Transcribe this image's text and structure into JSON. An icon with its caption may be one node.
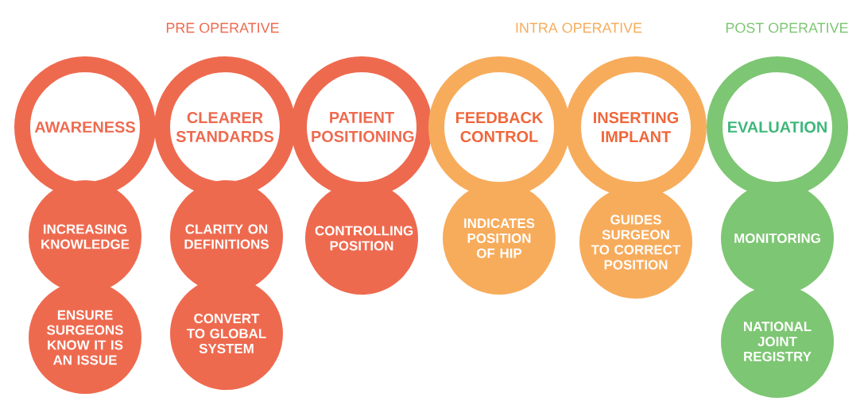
{
  "diagram": {
    "nodes": [
      {
        "text": [
          "AWARENESS"
        ]
      },
      {
        "text": [
          "CLEARER STANDARDS"
        ]
      },
      {
        "text": [
          "PATIENT POSITIONING"
        ]
      },
      {
        "text": [
          "FEEDBACK CONTROL"
        ]
      },
      {
        "text": [
          "INSERTING IMPLANT"
        ]
      },
      {
        "text": [
          "EVALUATION"
        ]
      },
      {
        "text": [
          "INCREASING KNOWLEDGE"
        ]
      },
      {
        "text": [
          "ENSURE SURGEONS KNOW IT IS AN ISSUE"
        ]
      },
      {
        "text": [
          "CLARITY ON DEFINITIONS"
        ]
      },
      {
        "text": [
          "CONVERT TO GLOBAL SYSTEM"
        ]
      },
      {
        "text": [
          "CONTROLLING POSITION"
        ]
      },
      {
        "text": [
          "INDICATES POSITION OF HIP"
        ]
      },
      {
        "text": [
          "GUIDES SURGEON TO CORRECT POSITION"
        ]
      },
      {
        "text": [
          "MONITORING"
        ]
      },
      {
        "text": [
          "NATIONAL JOINT REGISTRY"
        ]
      }
    ],
    "labels": [
      "PRE OPERATIVE",
      "INTRA OPERATIVE",
      "POST OPERATIVE"
    ]
  }
}
